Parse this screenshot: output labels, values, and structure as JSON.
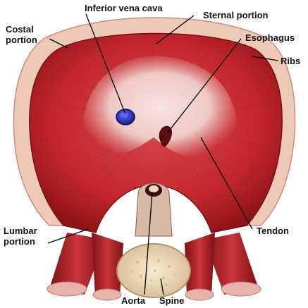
{
  "labels": {
    "costal": [
      "Costal",
      "portion"
    ],
    "inferior_vena_cava": "Inferior vena cava",
    "sternal": "Sternal portion",
    "esophagus": "Esophagus",
    "ribs": "Ribs",
    "lumbar": [
      "Lumbar",
      "portion"
    ],
    "tendon": "Tendon",
    "aorta": "Aorta",
    "spine": "Spine"
  },
  "colors": {
    "muscle": "#c0262b",
    "muscle_dark": "#8e1418",
    "tendon": "#f3d6d3",
    "rib": "#efc9b8",
    "vena_cava": "#2a31b8",
    "bone": "#f2e3c4"
  }
}
